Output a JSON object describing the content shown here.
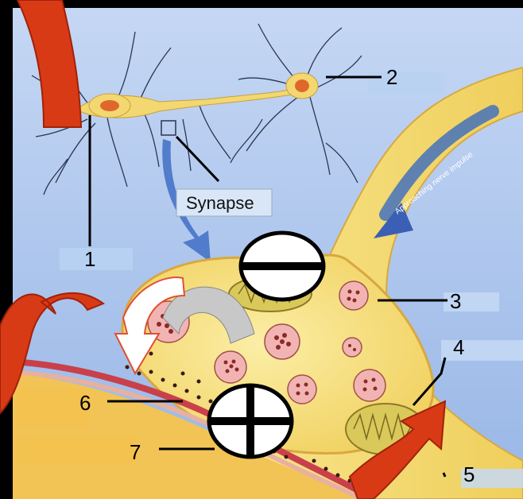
{
  "diagram": {
    "synapse_label": "Synapse",
    "impulse_text": "Approaching nerve impulse",
    "numbers": [
      "1",
      "2",
      "3",
      "4",
      "5",
      "6",
      "7"
    ],
    "symbols": {
      "minus": "minus-sign",
      "plus": "plus-sign"
    },
    "colors": {
      "background": "#a9c3ee",
      "neuron": "#f3d770",
      "nucleus": "#e0672c",
      "vesicle": "#f2b4b2",
      "mitochondrion": "#d9c95a",
      "arrow_red": "#d93a16",
      "arrow_blue": "#3f6fc4",
      "label_box": "#b8d2f2",
      "orange_box": "#f5c24e"
    }
  }
}
